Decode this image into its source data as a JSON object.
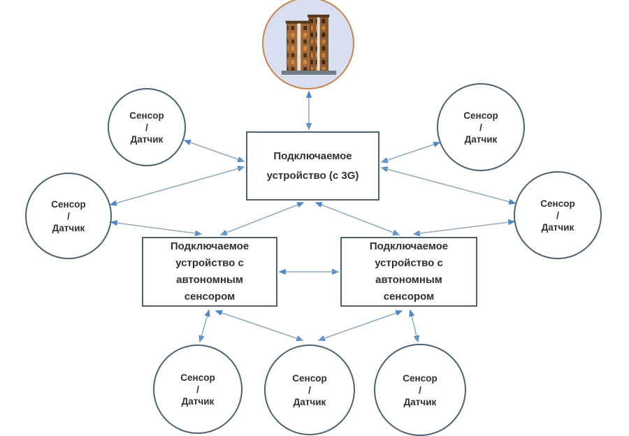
{
  "diagram": {
    "central_device": {
      "line1": "Подключаемое",
      "line2": "устройство (с 3G)"
    },
    "autonomous_device": {
      "line1": "Подключаемое",
      "line2": "устройство с",
      "line3": "автономным",
      "line4": "сенсором"
    },
    "sensor": {
      "line1": "Сенсор",
      "line2": "/",
      "line3": "Датчик"
    },
    "building_icon": "apartment-building",
    "colors": {
      "connector_line": "#8ca6bc",
      "arrowhead": "#4e86c6",
      "circle_border": "#4c6172",
      "box_border": "#4f6272",
      "building_circle_border": "#c9834e",
      "building_circle_fill": "#d7dff0",
      "text": "#303030",
      "background": "#ffffff"
    }
  }
}
